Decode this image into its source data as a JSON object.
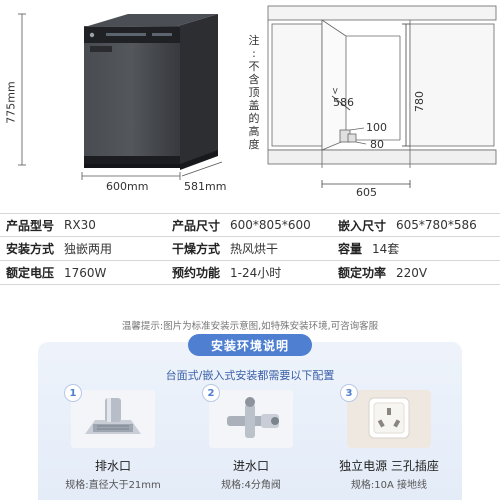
{
  "illustration": {
    "height_label": "775mm",
    "width_label": "600mm",
    "depth_label": "581mm",
    "note_chars": [
      "注",
      ":",
      "不",
      "含",
      "顶",
      "盖",
      "的",
      "高",
      "度"
    ],
    "cabinet_labels": {
      "depth": "586",
      "height": "780",
      "width": "605",
      "gap_100": "100",
      "gap_80": "80"
    }
  },
  "specs": [
    [
      {
        "key": "产品型号",
        "value": "RX30"
      },
      {
        "key": "产品尺寸",
        "value": "600*805*600"
      },
      {
        "key": "嵌入尺寸",
        "value": "605*780*586"
      }
    ],
    [
      {
        "key": "安装方式",
        "value": "独嵌两用"
      },
      {
        "key": "干燥方式",
        "value": "热风烘干"
      },
      {
        "key": "容量",
        "value": "14套"
      }
    ],
    [
      {
        "key": "额定电压",
        "value": "1760W"
      },
      {
        "key": "预约功能",
        "value": "1-24小时"
      },
      {
        "key": "额定功率",
        "value": "220V"
      }
    ]
  ],
  "tip": "温馨提示:图片为标准安装示意图,如特殊安装环境,可咨询客服",
  "panel": {
    "title": "安装环境说明",
    "subtitle": "台面式/嵌入式安装都需要以下配置",
    "items": [
      {
        "num": "1",
        "title": "排水口",
        "spec": "规格:直径大于21mm",
        "icon": "floor-drain-icon"
      },
      {
        "num": "2",
        "title": "进水口",
        "spec": "规格:4分角阀",
        "icon": "angle-valve-icon"
      },
      {
        "num": "3",
        "title": "独立电源  三孔插座",
        "spec": "规格:10A 接地线",
        "icon": "three-hole-socket-icon"
      }
    ]
  },
  "colors": {
    "accent": "#4f7fd1",
    "panel_bg": "#e9eff9",
    "appliance": "#3a3d42"
  }
}
